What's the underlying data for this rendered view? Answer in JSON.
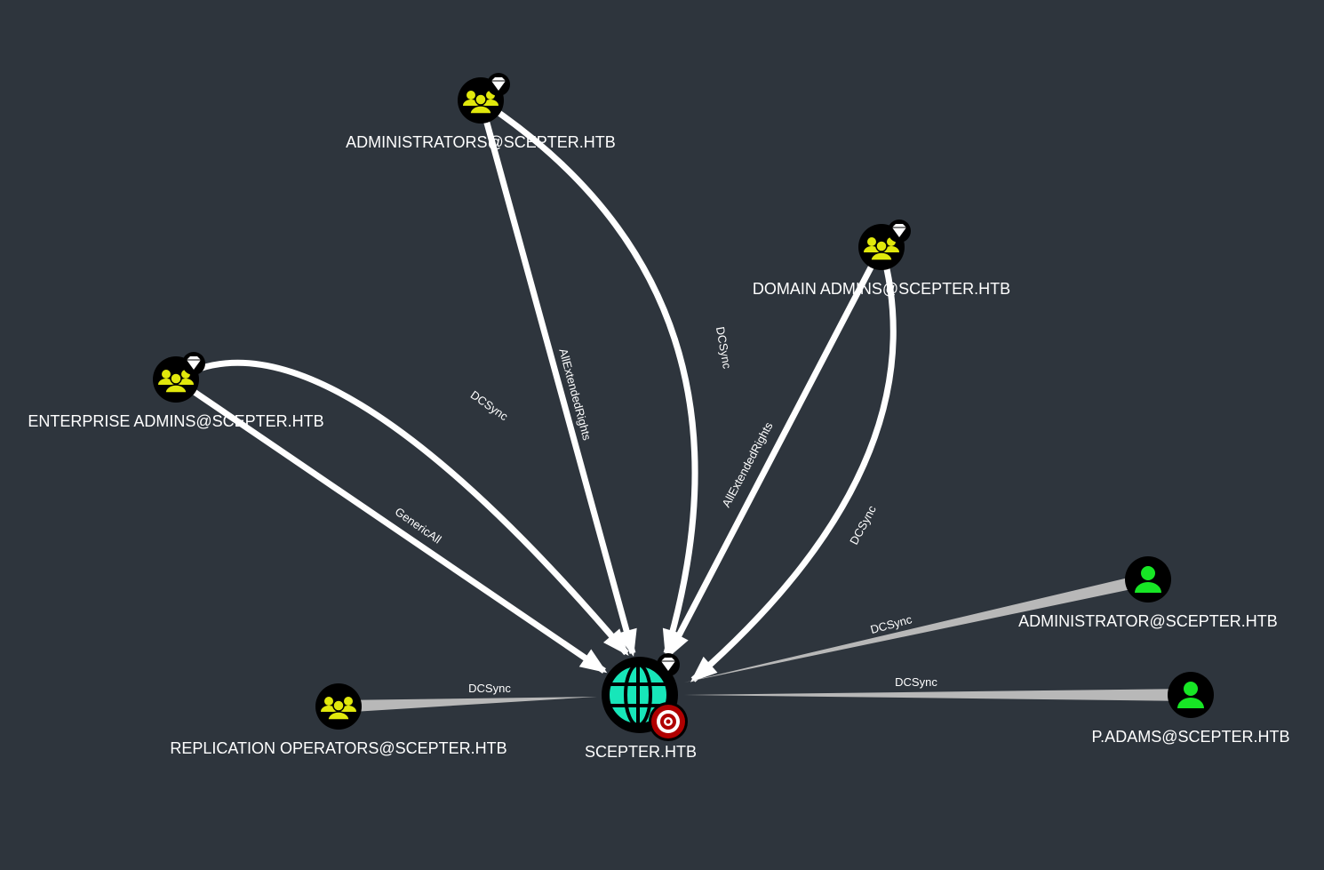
{
  "nodes": [
    {
      "id": "admins",
      "label": "ADMINISTRATORS@SCEPTER.HTB",
      "type": "group",
      "high_value": true
    },
    {
      "id": "da",
      "label": "DOMAIN ADMINS@SCEPTER.HTB",
      "type": "group",
      "high_value": true
    },
    {
      "id": "ea",
      "label": "ENTERPRISE ADMINS@SCEPTER.HTB",
      "type": "group",
      "high_value": true
    },
    {
      "id": "domain",
      "label": "SCEPTER.HTB",
      "type": "domain",
      "high_value": true,
      "target": true
    },
    {
      "id": "administrator",
      "label": "ADMINISTRATOR@SCEPTER.HTB",
      "type": "user",
      "high_value": false
    },
    {
      "id": "padams",
      "label": "P.ADAMS@SCEPTER.HTB",
      "type": "user",
      "high_value": false
    },
    {
      "id": "replops",
      "label": "REPLICATION OPERATORS@SCEPTER.HTB",
      "type": "group",
      "high_value": false
    }
  ],
  "edges": [
    {
      "from": "ea",
      "to": "domain",
      "label": "DCSync",
      "style": "curved"
    },
    {
      "from": "ea",
      "to": "domain",
      "label": "GenericAll",
      "style": "straight"
    },
    {
      "from": "admins",
      "to": "domain",
      "label": "AllExtendedRights",
      "style": "straight"
    },
    {
      "from": "admins",
      "to": "domain",
      "label": "DCSync",
      "style": "curved"
    },
    {
      "from": "da",
      "to": "domain",
      "label": "AllExtendedRights",
      "style": "straight"
    },
    {
      "from": "da",
      "to": "domain",
      "label": "DCSync",
      "style": "curved"
    },
    {
      "from": "administrator",
      "to": "domain",
      "label": "DCSync",
      "style": "gray"
    },
    {
      "from": "padams",
      "to": "domain",
      "label": "DCSync",
      "style": "gray"
    },
    {
      "from": "replops",
      "to": "domain",
      "label": "DCSync",
      "style": "gray"
    }
  ],
  "colors": {
    "background": "#2e353d",
    "group": "#e1e80c",
    "user": "#17e625",
    "domain": "#17e6b9",
    "edge": "#ffffff",
    "edge_gray": "#b8b8b8",
    "target": "#b00000"
  }
}
